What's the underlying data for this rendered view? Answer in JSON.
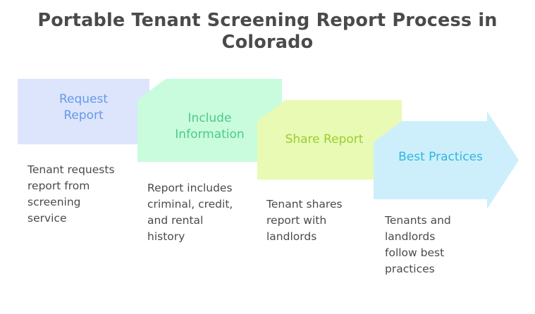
{
  "title": "Portable Tenant Screening Report Process in\nColorado",
  "background_color": "#ffffff",
  "text_color": "#4a4a4a",
  "flow": {
    "type": "chevron-process",
    "direction": "left-to-right-descending",
    "steps": [
      {
        "label": "Request\nReport",
        "description": "Tenant requests\nreport from\nscreening\nservice",
        "shape": "banner-with-notch",
        "fill_color": "#dce5fb",
        "label_color": "#6699e8"
      },
      {
        "label": "Include\nInformation",
        "description": "Report includes\ncriminal, credit,\nand rental\nhistory",
        "shape": "banner-with-notch",
        "fill_color": "#c8fcdc",
        "label_color": "#4fc98a"
      },
      {
        "label": "Share Report",
        "description": "Tenant shares\nreport with\nlandlords",
        "shape": "banner-with-notch",
        "fill_color": "#e8fab4",
        "label_color": "#9acd32"
      },
      {
        "label": "Best Practices",
        "description": "Tenants and\nlandlords\nfollow best\npractices",
        "shape": "right-arrow",
        "fill_color": "#cceffb",
        "label_color": "#33b5e0"
      }
    ]
  }
}
